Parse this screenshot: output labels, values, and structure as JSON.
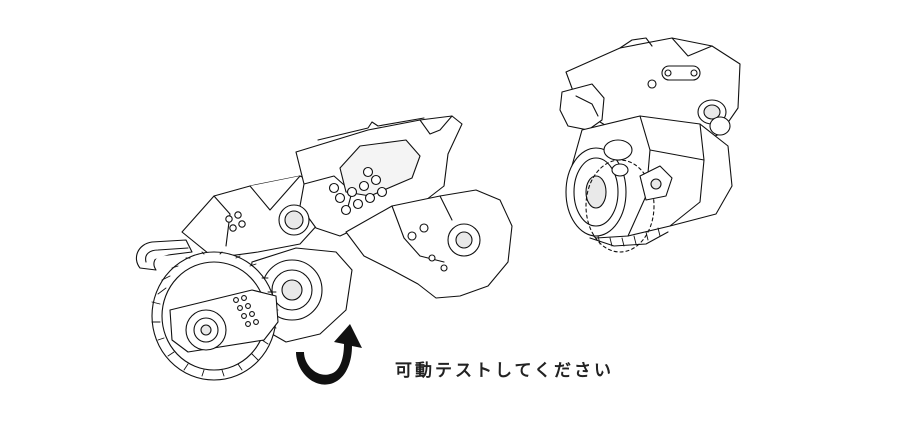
{
  "instruction": {
    "text": "可動テストしてください",
    "color": "#222222"
  },
  "drawing": {
    "line_color": "#111111",
    "fill_color": "#ffffff",
    "shade_color": "#d9d9d9",
    "figures": [
      {
        "name": "bike-assembly",
        "description_icon": "line-art-bike"
      },
      {
        "name": "pod-assembly",
        "description_icon": "line-art-pod"
      }
    ],
    "arrow_icon": "curved-rotate-arrow-icon"
  }
}
